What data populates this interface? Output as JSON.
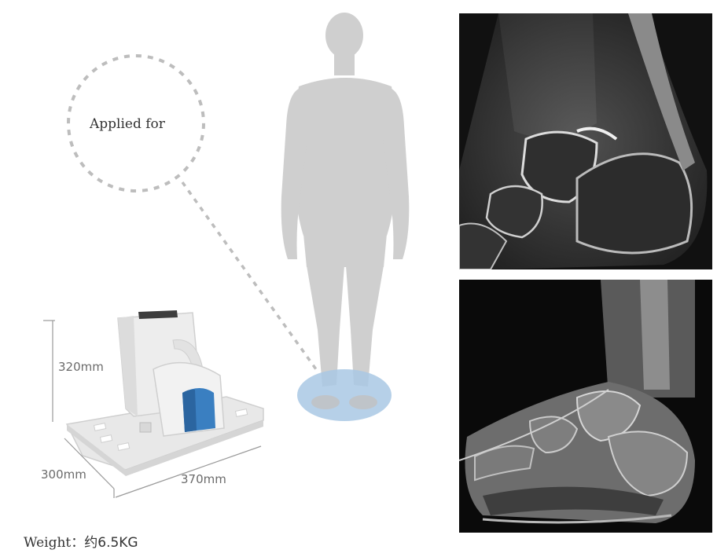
{
  "callout": {
    "text": "Applied for"
  },
  "dimensions": {
    "height": "320mm",
    "width": "300mm",
    "length": "370mm"
  },
  "weight": {
    "label": "Weight：",
    "value": "约6.5KG"
  },
  "colors": {
    "silhouette": "#cfcfcf",
    "foot_highlight": "#a9c8e4",
    "dashed": "#bdbdbd",
    "device_body": "#e9e9e9",
    "coil": "#3a7fc1"
  }
}
